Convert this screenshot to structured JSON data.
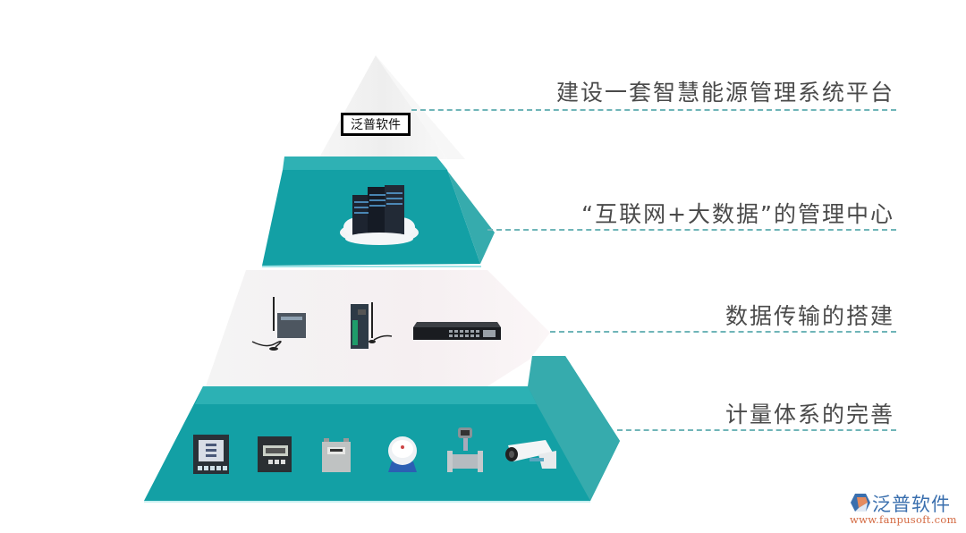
{
  "diagram": {
    "type": "pyramid",
    "accent_color": "#14a0a6",
    "light_tier_color": "#f3eff1",
    "label_color": "#4a4a4a",
    "dash_color": "#6fb5b8",
    "tiers": [
      {
        "level": 1,
        "label": "建设一套智慧能源管理系统平台",
        "style": "light-apex"
      },
      {
        "level": 2,
        "label": "“互联网+大数据”的管理中心",
        "style": "teal",
        "devices": [
          "cloud-server-icon"
        ]
      },
      {
        "level": 3,
        "label": "数据传输的搭建",
        "style": "light",
        "devices": [
          "wireless-dtu-icon",
          "industrial-gateway-icon",
          "network-switch-icon"
        ]
      },
      {
        "level": 4,
        "label": "计量体系的完善",
        "style": "teal",
        "devices": [
          "power-meter-icon",
          "din-rail-meter-icon",
          "gas-meter-icon",
          "water-meter-icon",
          "flow-meter-icon",
          "camera-icon"
        ]
      }
    ]
  },
  "watermark": {
    "text": "泛普软件"
  },
  "brand": {
    "name": "泛普软件",
    "url": "www.fanpusoft.com"
  }
}
